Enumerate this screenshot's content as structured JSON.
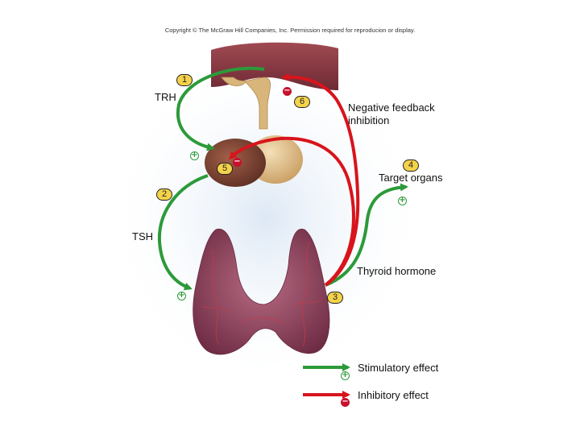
{
  "copyright": "Copyright © The McGraw Hill Companies, Inc. Permission required for reproducion or display.",
  "labels": {
    "trh": "TRH",
    "tsh": "TSH",
    "negative_feedback_line1": "Negative feedback",
    "negative_feedback_line2": "inhibition",
    "target_organs": "Target organs",
    "thyroid_hormone": "Thyroid hormone"
  },
  "steps": [
    "1",
    "2",
    "3",
    "4",
    "5",
    "6"
  ],
  "legend": {
    "stimulatory": "Stimulatory effect",
    "inhibitory": "Inhibitory effect"
  },
  "signs": {
    "plus": "+",
    "minus": "−"
  },
  "colors": {
    "stimulatory_arrow": "#2c9a3a",
    "inhibitory_arrow": "#d8141c",
    "badge": "#f4d24a",
    "thyroid": "#a85a72",
    "pituitary": "#e2c08a"
  }
}
